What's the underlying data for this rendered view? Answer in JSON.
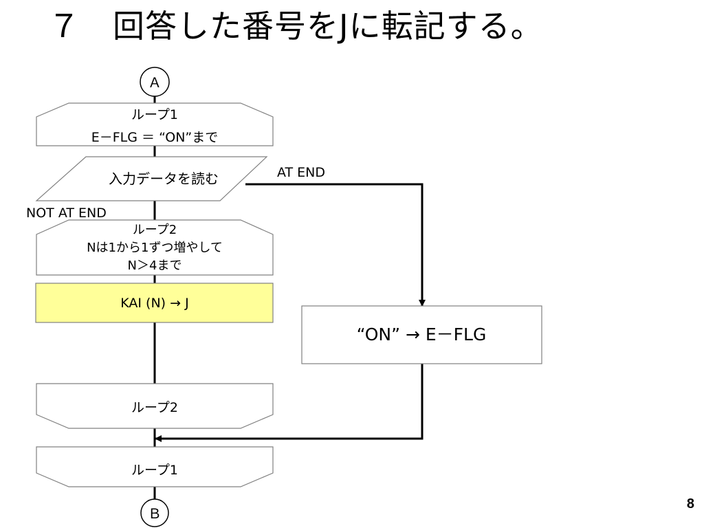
{
  "slide": {
    "title": "７　回答した番号をJに転記する。",
    "page_number": "8"
  },
  "flowchart": {
    "connector_top": "Ａ",
    "connector_bottom": "Ｂ",
    "loop1_start": {
      "line1": "ループ1",
      "line2": "E－FLG ＝ “ON”まで"
    },
    "read_io": "入力データを読む",
    "at_end_label": "AT END",
    "not_at_end_label": "NOT AT END",
    "loop2_start": {
      "line1": "ループ2",
      "line2": "Nは1から1ずつ増やして",
      "line3": "N＞4まで"
    },
    "process_kai": "KAI (N) → J",
    "process_on": "“ON” → E－FLG",
    "loop2_end": "ループ2",
    "loop1_end": "ループ1",
    "colors": {
      "highlight": "#ffff99",
      "line": "#000000",
      "box_border": "#808080"
    }
  }
}
